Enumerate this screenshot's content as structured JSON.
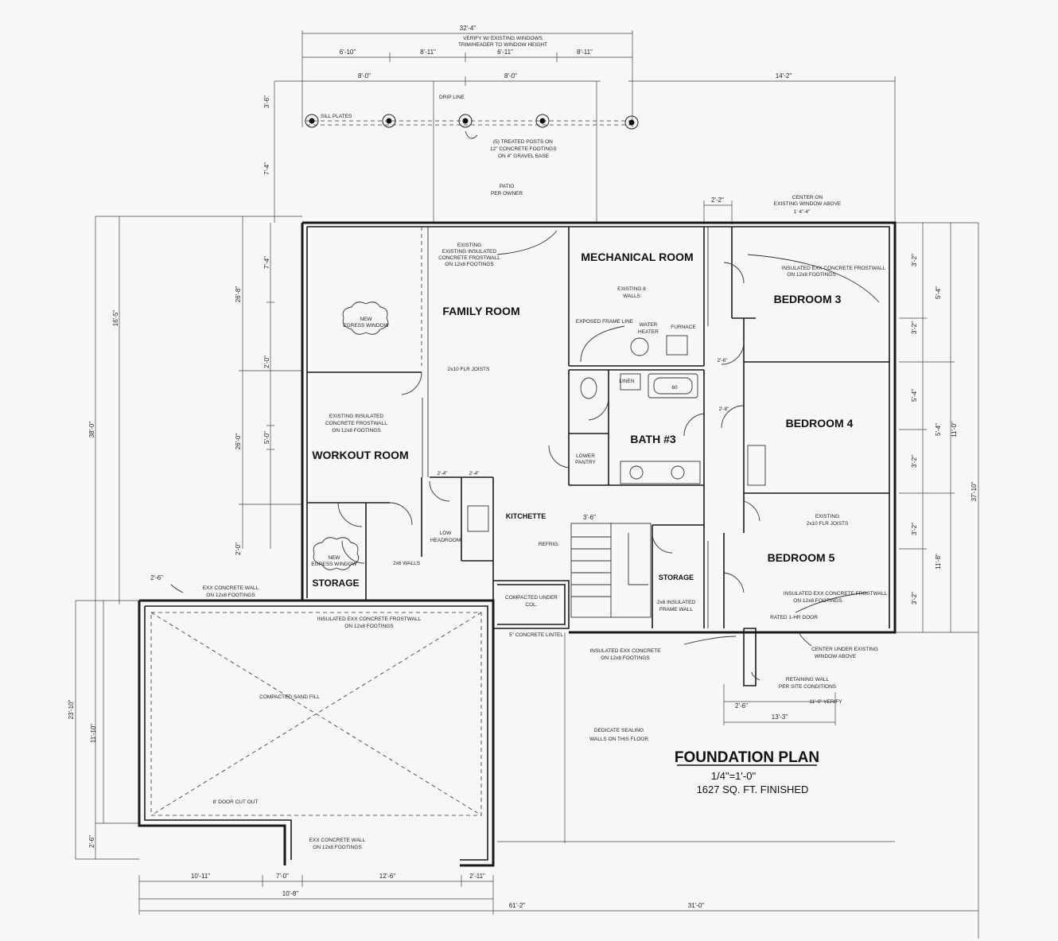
{
  "title": "FOUNDATION PLAN",
  "scale": "1/4\"=1'-0\"",
  "area": "1627 SQ. FT. FINISHED",
  "rooms": {
    "family_room": "FAMILY ROOM",
    "mechanical_room": "MECHANICAL ROOM",
    "bedroom3": "BEDROOM 3",
    "bedroom4": "BEDROOM 4",
    "bedroom5": "BEDROOM 5",
    "workout_room": "WORKOUT ROOM",
    "bath3": "BATH #3",
    "storage_left": "STORAGE",
    "storage_right": "STORAGE",
    "kitchette": "KITCHETTE"
  },
  "notes": {
    "verify1": "VERIFY W/ EXISTING WINDOWS",
    "verify2": "TRIM/HEADER TO WINDOW HEIGHT",
    "sill_plates": "SILL PLATES",
    "drip_line": "DRIP LINE",
    "posts1": "(5) TREATED POSTS ON",
    "posts2": "12\" CONCRETE FOOTINGS",
    "posts3": "ON 4\" GRAVEL BASE",
    "patio1": "PATIO",
    "patio2": "PER OWNER",
    "center1": "CENTER ON",
    "center2": "EXISTING WINDOW ABOVE",
    "center_dim": "1' 4\"-4\"",
    "existing_frost1": "EXISTING",
    "existing_frost2": "EXISTING INSULATED",
    "existing_frost3": "CONCRETE FROSTWALL",
    "existing_frost4": "ON 12x8 FOOTINGS",
    "ins_frost1": "INSULATED EXX CONCRETE FROSTWALL",
    "ins_frost2": "ON 12x8 FOOTINGS",
    "existing_walls1": "EXISTING 8",
    "existing_walls2": "WALLS",
    "exposed_frame": "EXPOSED FRAME LINE",
    "water_heater1": "WATER",
    "water_heater2": "HEATER",
    "furnace": "FURNACE",
    "egress1_a": "NEW",
    "egress1_b": "EGRESS WINDOW",
    "egress2_a": "NEW",
    "egress2_b": "EGRESS WINDOW",
    "joists": "2x10 FLR JOISTS",
    "workout_wall1": "EXISTING INSULATED",
    "workout_wall2": "CONCRETE FROSTWALL",
    "workout_wall3": "ON 12x8 FOOTINGS",
    "linen": "LINEN",
    "tub": "60",
    "lower_pantry1": "LOWER",
    "lower_pantry2": "PANTRY",
    "low_headroom1": "LOW",
    "low_headroom2": "HEADROOM",
    "walls_2x6": "2x6 WALLS",
    "refrig": "REFRIG.",
    "br5_existing1": "EXISTING",
    "br5_existing2": "2x10 FLR JOISTS",
    "br5_ins1": "INSULATED EXX CONCRETE FROSTWALL",
    "br5_ins2": "ON 12x8 FOOTINGS",
    "rated_door": "RATED 1-HR DOOR",
    "storage_frame1": "2x6 INSULATED",
    "storage_frame2": "FRAME WALL",
    "compacted_col1": "COMPACTED UNDER",
    "compacted_col2": "COL.",
    "lintel": "5\" CONCRETE LINTEL",
    "exx_wall_top1": "EXX CONCRETE WALL",
    "exx_wall_top2": "ON 12x8 FOOTINGS",
    "garage_frost1": "INSULATED EXX CONCRETE FROSTWALL",
    "garage_frost2": "ON 12x8 FOOTINGS",
    "insulated_exx1": "INSULATED EXX CONCRETE",
    "insulated_exx2": "ON 12x8 FOOTINGS",
    "center_under1": "CENTER UNDER EXISTING",
    "center_under2": "WINDOW ABOVE",
    "retaining1": "RETAINING WALL",
    "retaining2": "PER SITE CONDITIONS",
    "verify_dim": "11'-0\" VERIFY",
    "dedicate1": "DEDICATE SEALING",
    "dedicate2": "WALLS ON THIS FLOOR",
    "sand_fill": "COMPACTED SAND FILL",
    "door_cut": "8' DOOR CUT OUT",
    "exx_wall_bottom1": "EXX CONCRETE WALL",
    "exx_wall_bottom2": "ON 12x8 FOOTINGS"
  },
  "dimensions": {
    "top_total": "32'-4\"",
    "top_a": "6'-10\"",
    "top_b": "8'-11\"",
    "top_c": "6'-11\"",
    "top_d": "8'-11\"",
    "post_a": "8'-0\"",
    "post_b": "8'-0\"",
    "right_top": "14'-2\"",
    "dim_2_2": "2'-2\"",
    "left_3_6": "3'-6\"",
    "left_7_4a": "7'-4\"",
    "left_16_5": "16'-5\"",
    "left_38_0": "38'-0\"",
    "left_26_8": "26'-8\"",
    "left_7_4b": "7'-4\"",
    "left_2_0a": "2'-0\"",
    "left_26_0": "26'-0\"",
    "left_5_0": "5'-0\"",
    "left_2_0b": "2'-0\"",
    "left_2_6": "2'-6\"",
    "left_23_10": "23'-10\"",
    "left_11_10": "11'-10\"",
    "left_2_6b": "2'-6\"",
    "right_3_2a": "3'-2\"",
    "right_5_4a": "5'-4\"",
    "right_3_2b": "3'-2\"",
    "right_5_4b": "5'-4\"",
    "right_5_4c": "5'-4\"",
    "right_11_0": "11'-0\"",
    "right_3_2c": "3'-2\"",
    "right_3_2d": "3'-2\"",
    "right_11_8": "11'-8\"",
    "right_3_2e": "3'-2\"",
    "right_37_10": "37'-10\"",
    "right_13_3": "13'-3\"",
    "right_2_6": "2'-6\"",
    "bottom_10_11": "10'-11\"",
    "bottom_7_0": "7'-0\"",
    "bottom_12_6": "12'-6\"",
    "bottom_2_11": "2'-11\"",
    "bottom_10_8": "10'-8\"",
    "bottom_61_2": "61'-2\"",
    "bottom_31_0": "31'-0\"",
    "kit_2_4a": "2'-4\"",
    "kit_2_4b": "2'-4\"",
    "stair_3_6": "3'-6\"",
    "br_2_6": "2'-6\"",
    "br_2_8": "2'-8\""
  }
}
